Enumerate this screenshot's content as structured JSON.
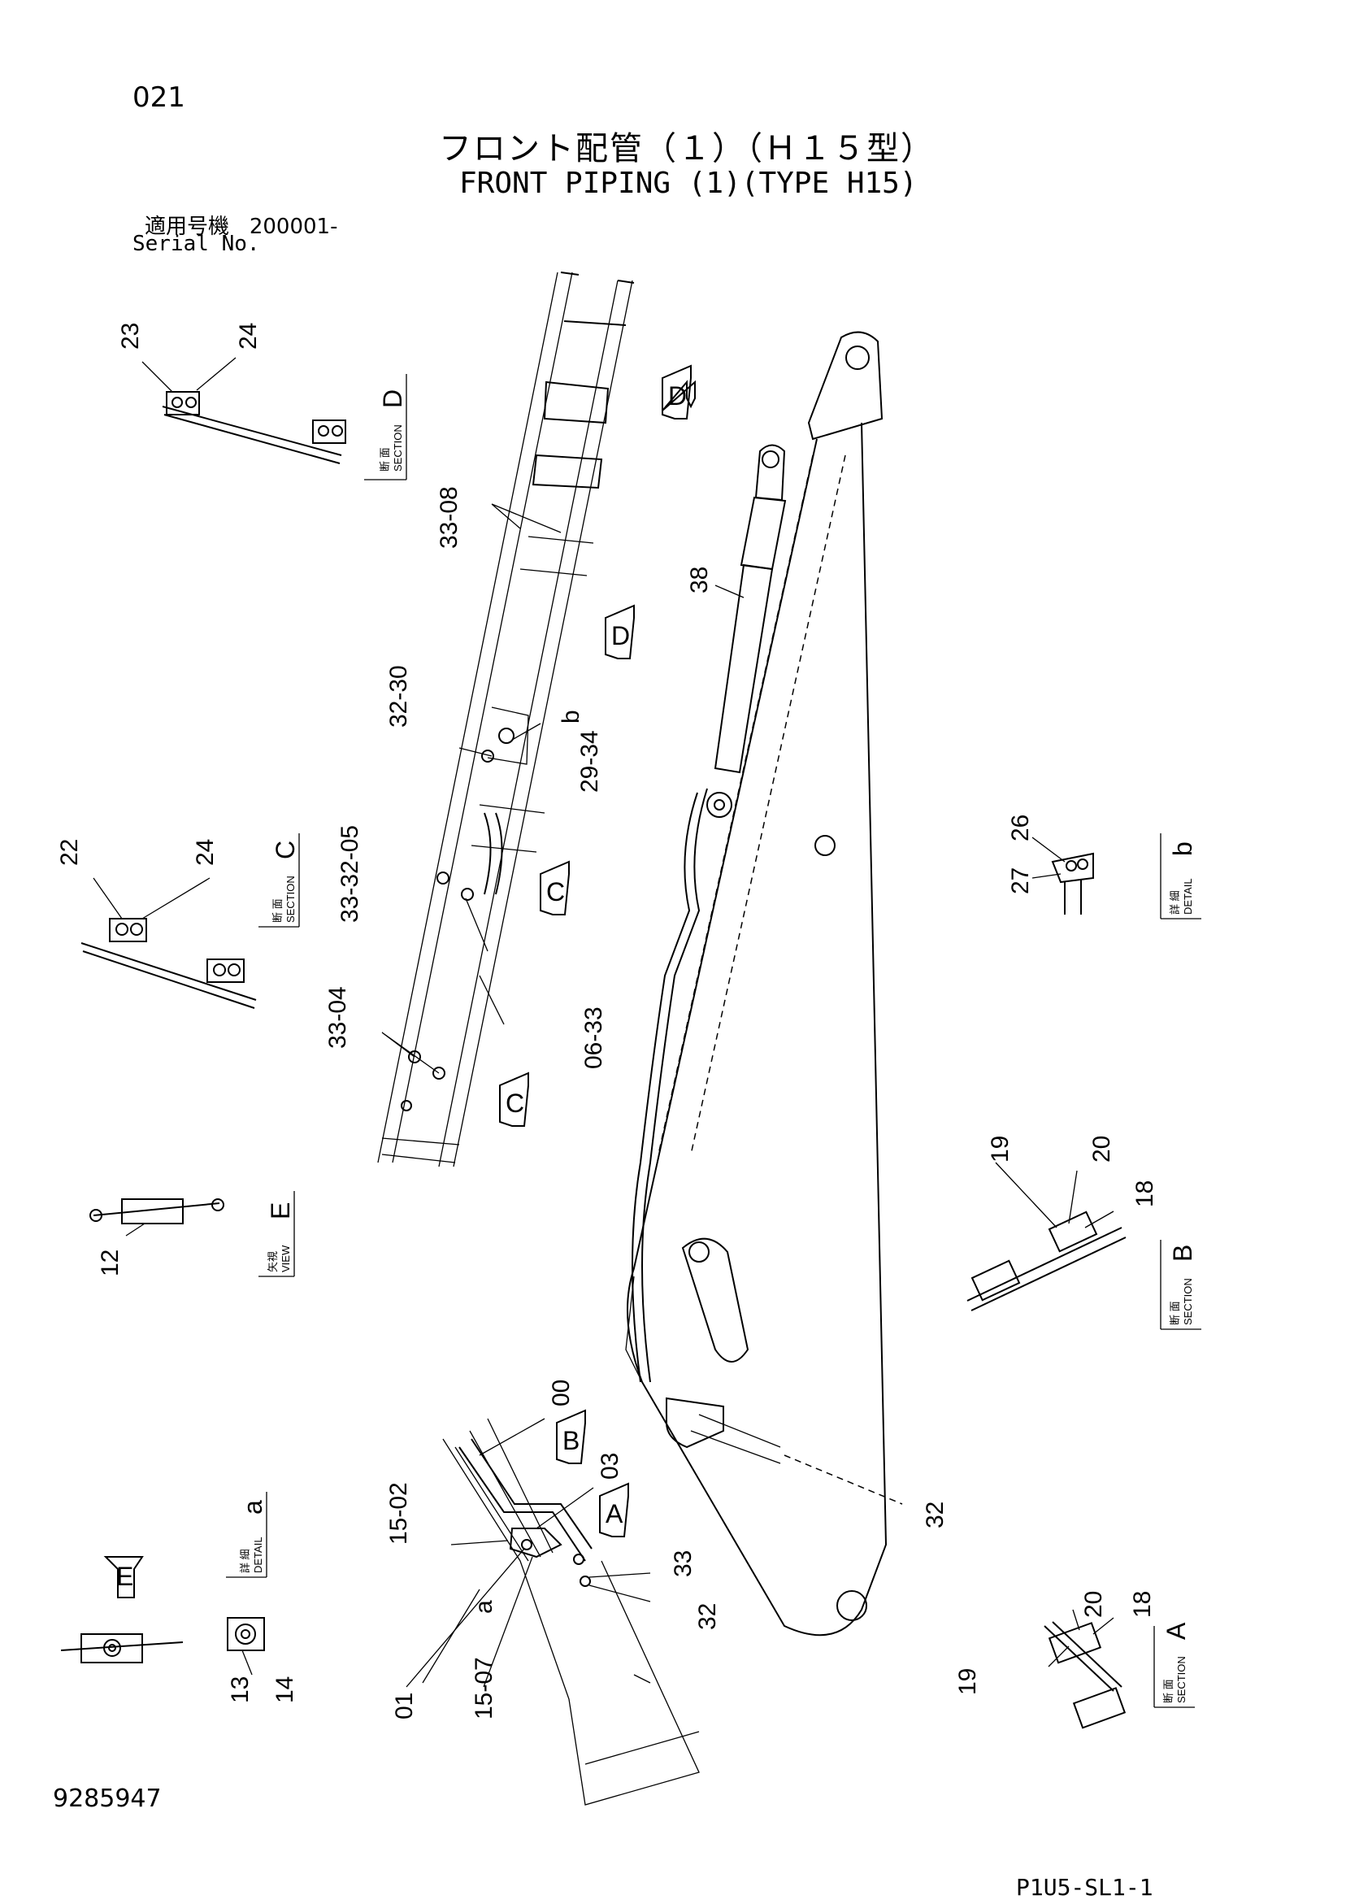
{
  "header": {
    "page_number": "021",
    "title_jp": "フロント配管（１）（Ｈ１５型）",
    "title_en": "FRONT PIPING (1)(TYPE H15)",
    "serial_label_jp": "適用号機",
    "serial_value": "200001-",
    "serial_label_en": "Serial No."
  },
  "footer": {
    "doc_number": "9285947",
    "page_code": "P1U5-SL1-1"
  },
  "views": {
    "section_d": {
      "jp": "断 面",
      "en": "SECTION",
      "letter": "D"
    },
    "section_c": {
      "jp": "断 面",
      "en": "SECTION",
      "letter": "C"
    },
    "view_e": {
      "jp": "矢視",
      "en": "VIEW",
      "letter": "E"
    },
    "detail_a": {
      "jp": "詳 細",
      "en": "DETAIL",
      "letter": "a"
    },
    "detail_b": {
      "jp": "詳 細",
      "en": "DETAIL",
      "letter": "b"
    },
    "section_b": {
      "jp": "断 面",
      "en": "SECTION",
      "letter": "B"
    },
    "section_a": {
      "jp": "断 面",
      "en": "SECTION",
      "letter": "A"
    }
  },
  "arrows": {
    "d1": "D",
    "d2": "D",
    "c1": "C",
    "c2": "C",
    "b": "B",
    "a": "A",
    "e": "E"
  },
  "callouts": {
    "p23": "23",
    "p24a": "24",
    "p33_08": "33-08",
    "p38": "38",
    "p32_30": "32-30",
    "b_ref": "b",
    "p29_34": "29-34",
    "p22": "22",
    "p24b": "24",
    "p33_32_05": "33-32-05",
    "p06_33": "06-33",
    "p33_04": "33-04",
    "p26": "26",
    "p27": "27",
    "p12": "12",
    "p19a": "19",
    "p20a": "20",
    "p18a": "18",
    "p00": "00",
    "p03": "03",
    "p15_02": "15-02",
    "p33": "33",
    "p32a": "32",
    "a_ref": "a",
    "p01": "01",
    "p15_07": "15-07",
    "p32b": "32",
    "p13": "13",
    "p14": "14",
    "p19b": "19",
    "p20b": "20",
    "p18b": "18"
  }
}
